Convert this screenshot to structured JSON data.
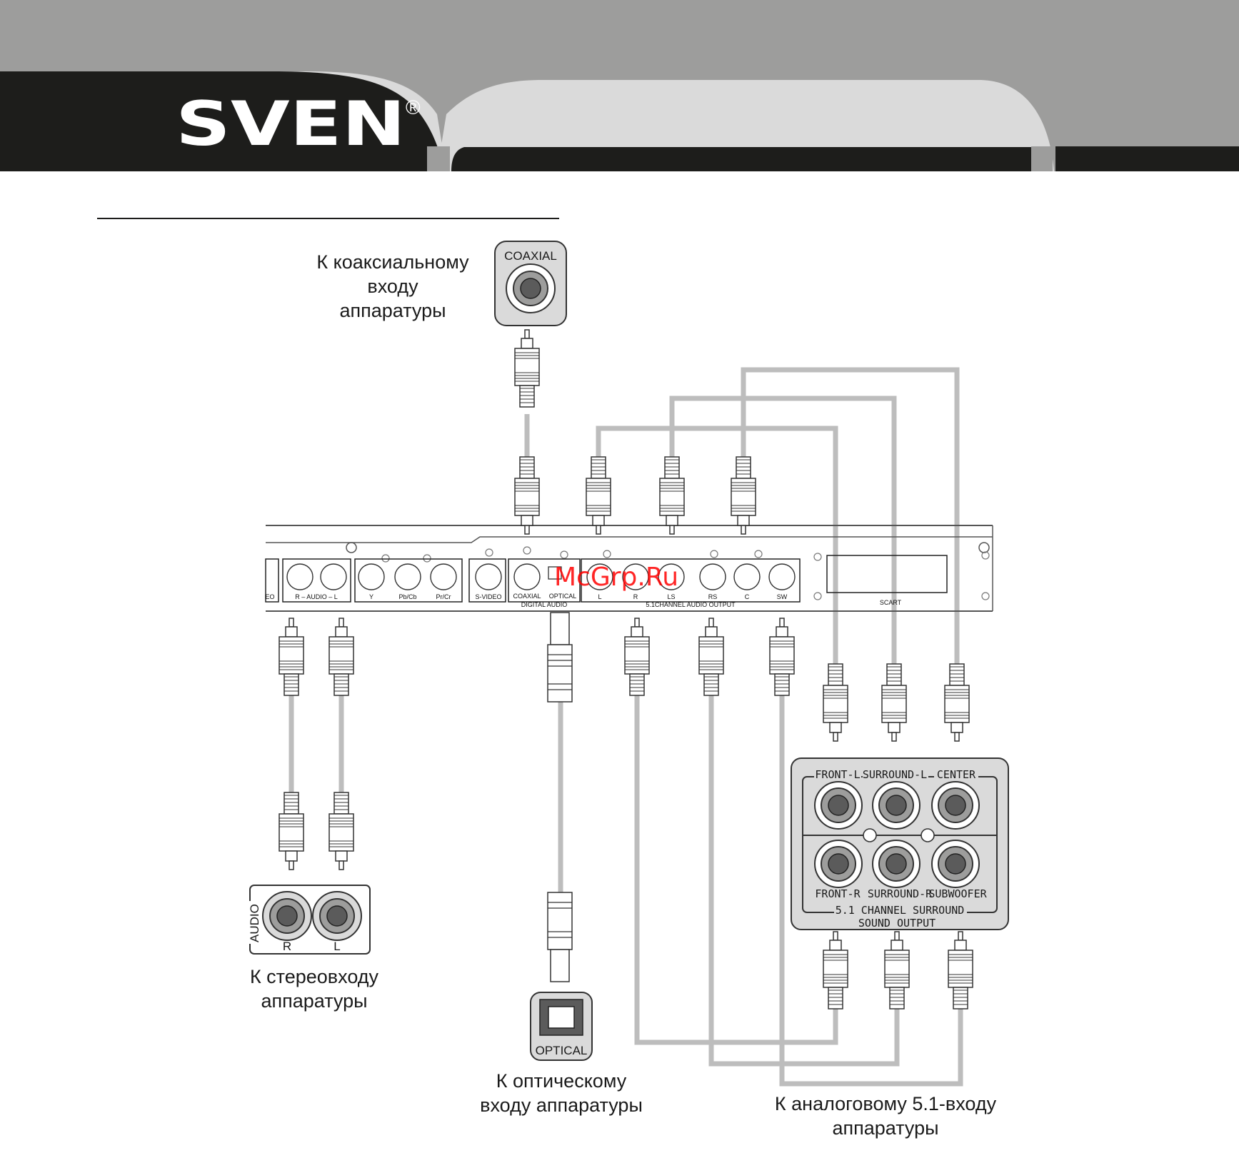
{
  "brand": {
    "logo": "SVEN",
    "registered": "®",
    "colors": {
      "dark": "#1d1d1b",
      "mid": "#9d9d9c",
      "light": "#dadada",
      "cable": "#bdbdbd",
      "jack": "#5b5b5b"
    }
  },
  "watermark": "McGrp.Ru",
  "player_panel": {
    "labels": {
      "video_cut": "EO",
      "audio": "R – AUDIO – L",
      "y": "Y",
      "pb": "Pb/Cb",
      "pr": "Pr/Cr",
      "svideo": "S-VIDEO",
      "coaxial": "COAXIAL",
      "optical": "OPTICAL",
      "digital_audio": "DIGITAL AUDIO",
      "ch_l": "L",
      "ch_r": "R",
      "ch_ls": "LS",
      "ch_rs": "RS",
      "ch_c": "C",
      "ch_sw": "SW",
      "multichannel": "5.1CHANNEL AUDIO OUTPUT",
      "scart": "SCART"
    }
  },
  "devices": {
    "coaxial": {
      "label": "COAXIAL"
    },
    "optical": {
      "label": "OPTICAL"
    },
    "audio_in": {
      "title": "AUDIO",
      "right": "R",
      "left": "L"
    },
    "surround": {
      "front_l": "FRONT-L",
      "surround_l": "SURROUND-L",
      "center": "CENTER",
      "front_r": "FRONT-R",
      "surround_r": "SURROUND-R",
      "subwoofer": "SUBWOOFER",
      "title_1": "5.1 CHANNEL SURROUND",
      "title_2": "SOUND OUTPUT"
    }
  },
  "captions": {
    "coaxial": [
      "К коаксиальному",
      "входу",
      "аппаратуры"
    ],
    "stereo": [
      "К стереовходу",
      "аппаратуры"
    ],
    "optical": [
      "К оптическому",
      "входу аппаратуры"
    ],
    "analog": [
      "К аналоговому 5.1-входу",
      "аппаратуры"
    ]
  }
}
